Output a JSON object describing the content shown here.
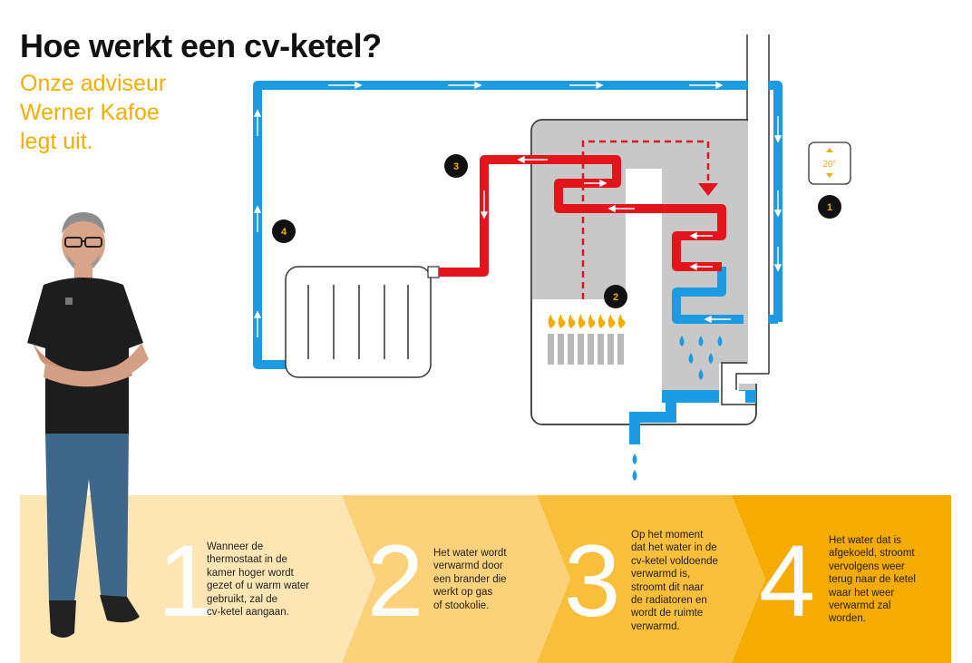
{
  "header": {
    "title": "Hoe werkt een cv-ketel?",
    "subtitle_lines": [
      "Onze adviseur",
      "Werner Kafoe",
      "legt uit."
    ]
  },
  "diagram": {
    "thermostat_value": "20°",
    "markers": [
      "1",
      "2",
      "3",
      "4"
    ]
  },
  "steps": [
    {
      "number": "1",
      "text": "Wanneer de\nthermostaat in de\nkamer hoger wordt\ngezet of u warm water\ngebruikt, zal de\ncv-ketel aangaan.",
      "color": "#fde6b4"
    },
    {
      "number": "2",
      "text": "Het water wordt\nverwarmd door\neen brander die\nwerkt op gas\nof stookolie.",
      "color": "#fbd27a"
    },
    {
      "number": "3",
      "text": "Op het moment\ndat het water in de\ncv-ketel voldoende\nverwarmd is,\nstroomt dit naar\nde radiatoren en\nwordt de ruimte\nverwarmd.",
      "color": "#f9be3a"
    },
    {
      "number": "4",
      "text": "Het water dat is\nafgekoeld, stroomt\nvervolgens weer\nterug naar de ketel\nwaar het weer\nverwarmd zal\nworden.",
      "color": "#f5ab00"
    }
  ],
  "colors": {
    "accent": "#f2ad00",
    "cold_pipe": "#1d9be2",
    "hot_pipe": "#e3141b",
    "boiler_gray": "#c8c8c8",
    "marker_black": "#111111"
  }
}
